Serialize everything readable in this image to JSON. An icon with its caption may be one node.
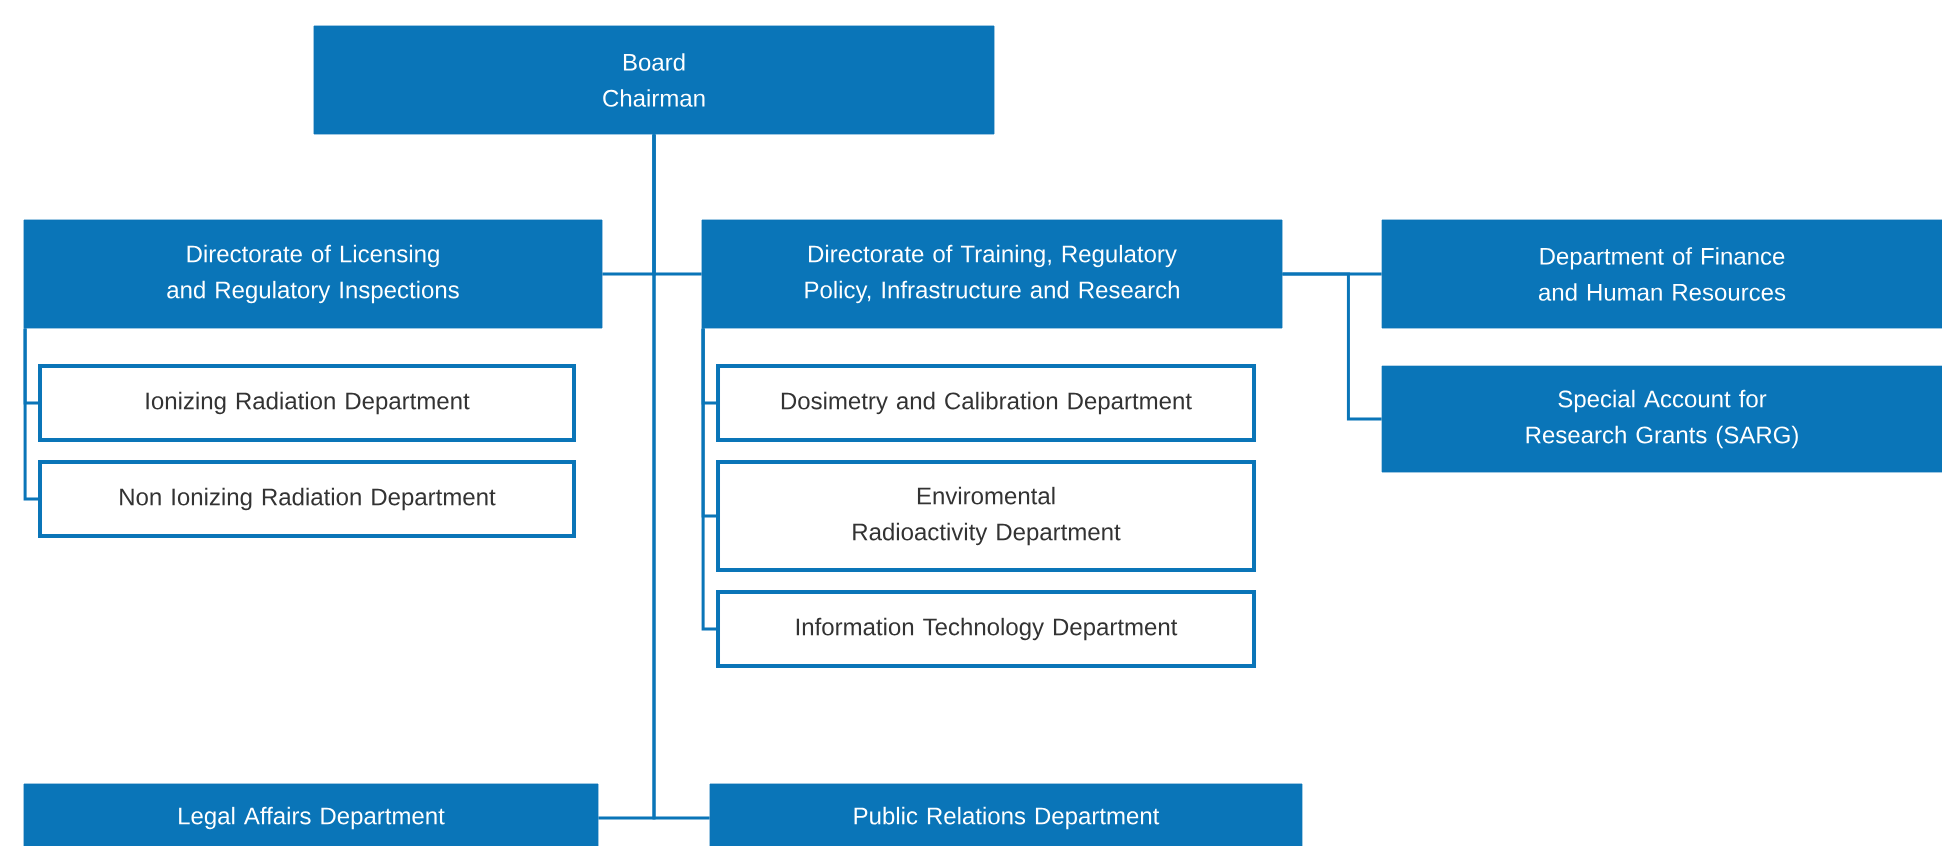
{
  "diagram": {
    "nodes": [
      {
        "text": [
          "Board",
          "Chairman"
        ]
      },
      {
        "text": [
          "Directorate of Licensing and Regulatory Inspections"
        ]
      },
      {
        "text": [
          "Ionizing Radiation Department"
        ]
      },
      {
        "text": [
          "Non Ionizing Radiation Department"
        ]
      },
      {
        "text": [
          "Directorate of Training, Regulatory Policy, Infrastructure and Research"
        ]
      },
      {
        "text": [
          "Dosimetry and Calibration Department"
        ]
      },
      {
        "text": [
          "Enviromental Radioactivity Department"
        ]
      },
      {
        "text": [
          "Information Technology Department"
        ]
      },
      {
        "text": [
          "Department of Finance and Human Resources"
        ]
      },
      {
        "text": [
          "Special Account for Research Grants (SARG)"
        ]
      },
      {
        "text": [
          "Legal Affairs Department"
        ]
      },
      {
        "text": [
          "Public Relations Department"
        ]
      }
    ],
    "edges": [
      {
        "from": 0,
        "to": 1,
        "arrow": "none"
      },
      {
        "from": 0,
        "to": 4,
        "arrow": "none"
      },
      {
        "from": 1,
        "to": 2,
        "arrow": "none"
      },
      {
        "from": 1,
        "to": 3,
        "arrow": "none"
      },
      {
        "from": 4,
        "to": 5,
        "arrow": "none"
      },
      {
        "from": 4,
        "to": 6,
        "arrow": "none"
      },
      {
        "from": 4,
        "to": 7,
        "arrow": "none"
      },
      {
        "from": 4,
        "to": 8,
        "arrow": "none"
      },
      {
        "from": 4,
        "to": 9,
        "arrow": "none"
      },
      {
        "from": 0,
        "to": 10,
        "arrow": "none"
      },
      {
        "from": 0,
        "to": 11,
        "arrow": "none"
      }
    ]
  }
}
